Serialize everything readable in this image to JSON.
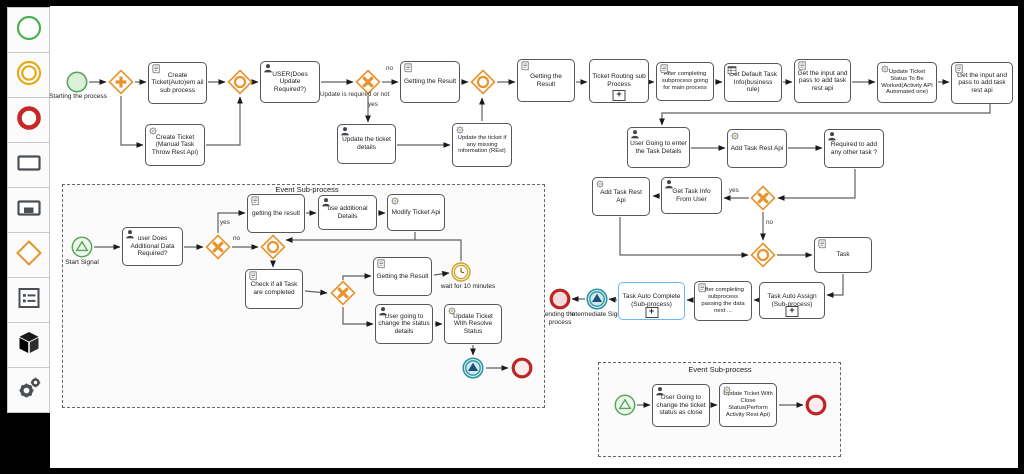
{
  "palette": {
    "items": [
      {
        "name": "start-event-tool"
      },
      {
        "name": "intermediate-event-tool"
      },
      {
        "name": "end-event-tool"
      },
      {
        "name": "task-tool"
      },
      {
        "name": "subprocess-tool"
      },
      {
        "name": "gateway-tool"
      },
      {
        "name": "business-rule-tool"
      },
      {
        "name": "data-object-tool"
      },
      {
        "name": "service-task-tool"
      }
    ]
  },
  "colors": {
    "gateway_orange": "#e8932c",
    "start_green": "#58a65c",
    "end_red": "#b92626",
    "signal_teal": "#2a93a0",
    "timer_yellow": "#c9a227",
    "selection_blue": "#6ab7f5"
  },
  "labels": {
    "starting": "Starting the process",
    "start_signal": "Start Signal",
    "wait_timer": "wait for 10 minutes",
    "ending": "ending the process",
    "intermediate_signal": "Intermediate Signal",
    "update_required": "Update is required or not",
    "no": "no",
    "yes": "yes",
    "event_subprocess": "Event Sub-process"
  },
  "tasks": {
    "t1": "Create Ticket(Auto)em ail sub process",
    "t2": "USER(Does Update Required?)",
    "t3": "Getting the Result",
    "t4": "Getting the Result",
    "t5": "Ticket Routing sub Process",
    "t6": "After completing subprocess going for main process",
    "t7": "Get Default Task Info(business rule)",
    "t8": "Get the input and pass to add task rest api",
    "t9": "Update Ticket Status To Be Worked(Activity API Automated one)",
    "t10": "Get the input and pass to add task rest api",
    "t11": "Create Ticket (Manual Task Throw Rest Api)",
    "t12": "Update the ticket details",
    "t13": "Update the ticket if any missing information (REst)",
    "t14": "User Going to enter the Task Details",
    "t15": "Add Task Rest Api",
    "t16": "Required to add any other task ?",
    "t17": "Add Task Rest Api",
    "t18": "Get Task Info From User",
    "t19": "Task",
    "t20": "Task Auto Complete (Sub-process)",
    "t21": "after completing subprocess passing the data next ...",
    "t22": "Task Auto Assign (Sub-process)",
    "t23": "user Does Additional Data Required?",
    "t24": "getting the result",
    "t25": "use additional Details",
    "t26": "Modify Ticket Api",
    "t27": "Check if all Task are completed",
    "t28": "Getting the Result",
    "t29": "User going to change the status details",
    "t30": "Update Ticket With Resolve Status",
    "t31": "User Going to change the ticket status as close",
    "t32": "Update Ticket With Close Status(Perform Activity Rest Api)"
  }
}
